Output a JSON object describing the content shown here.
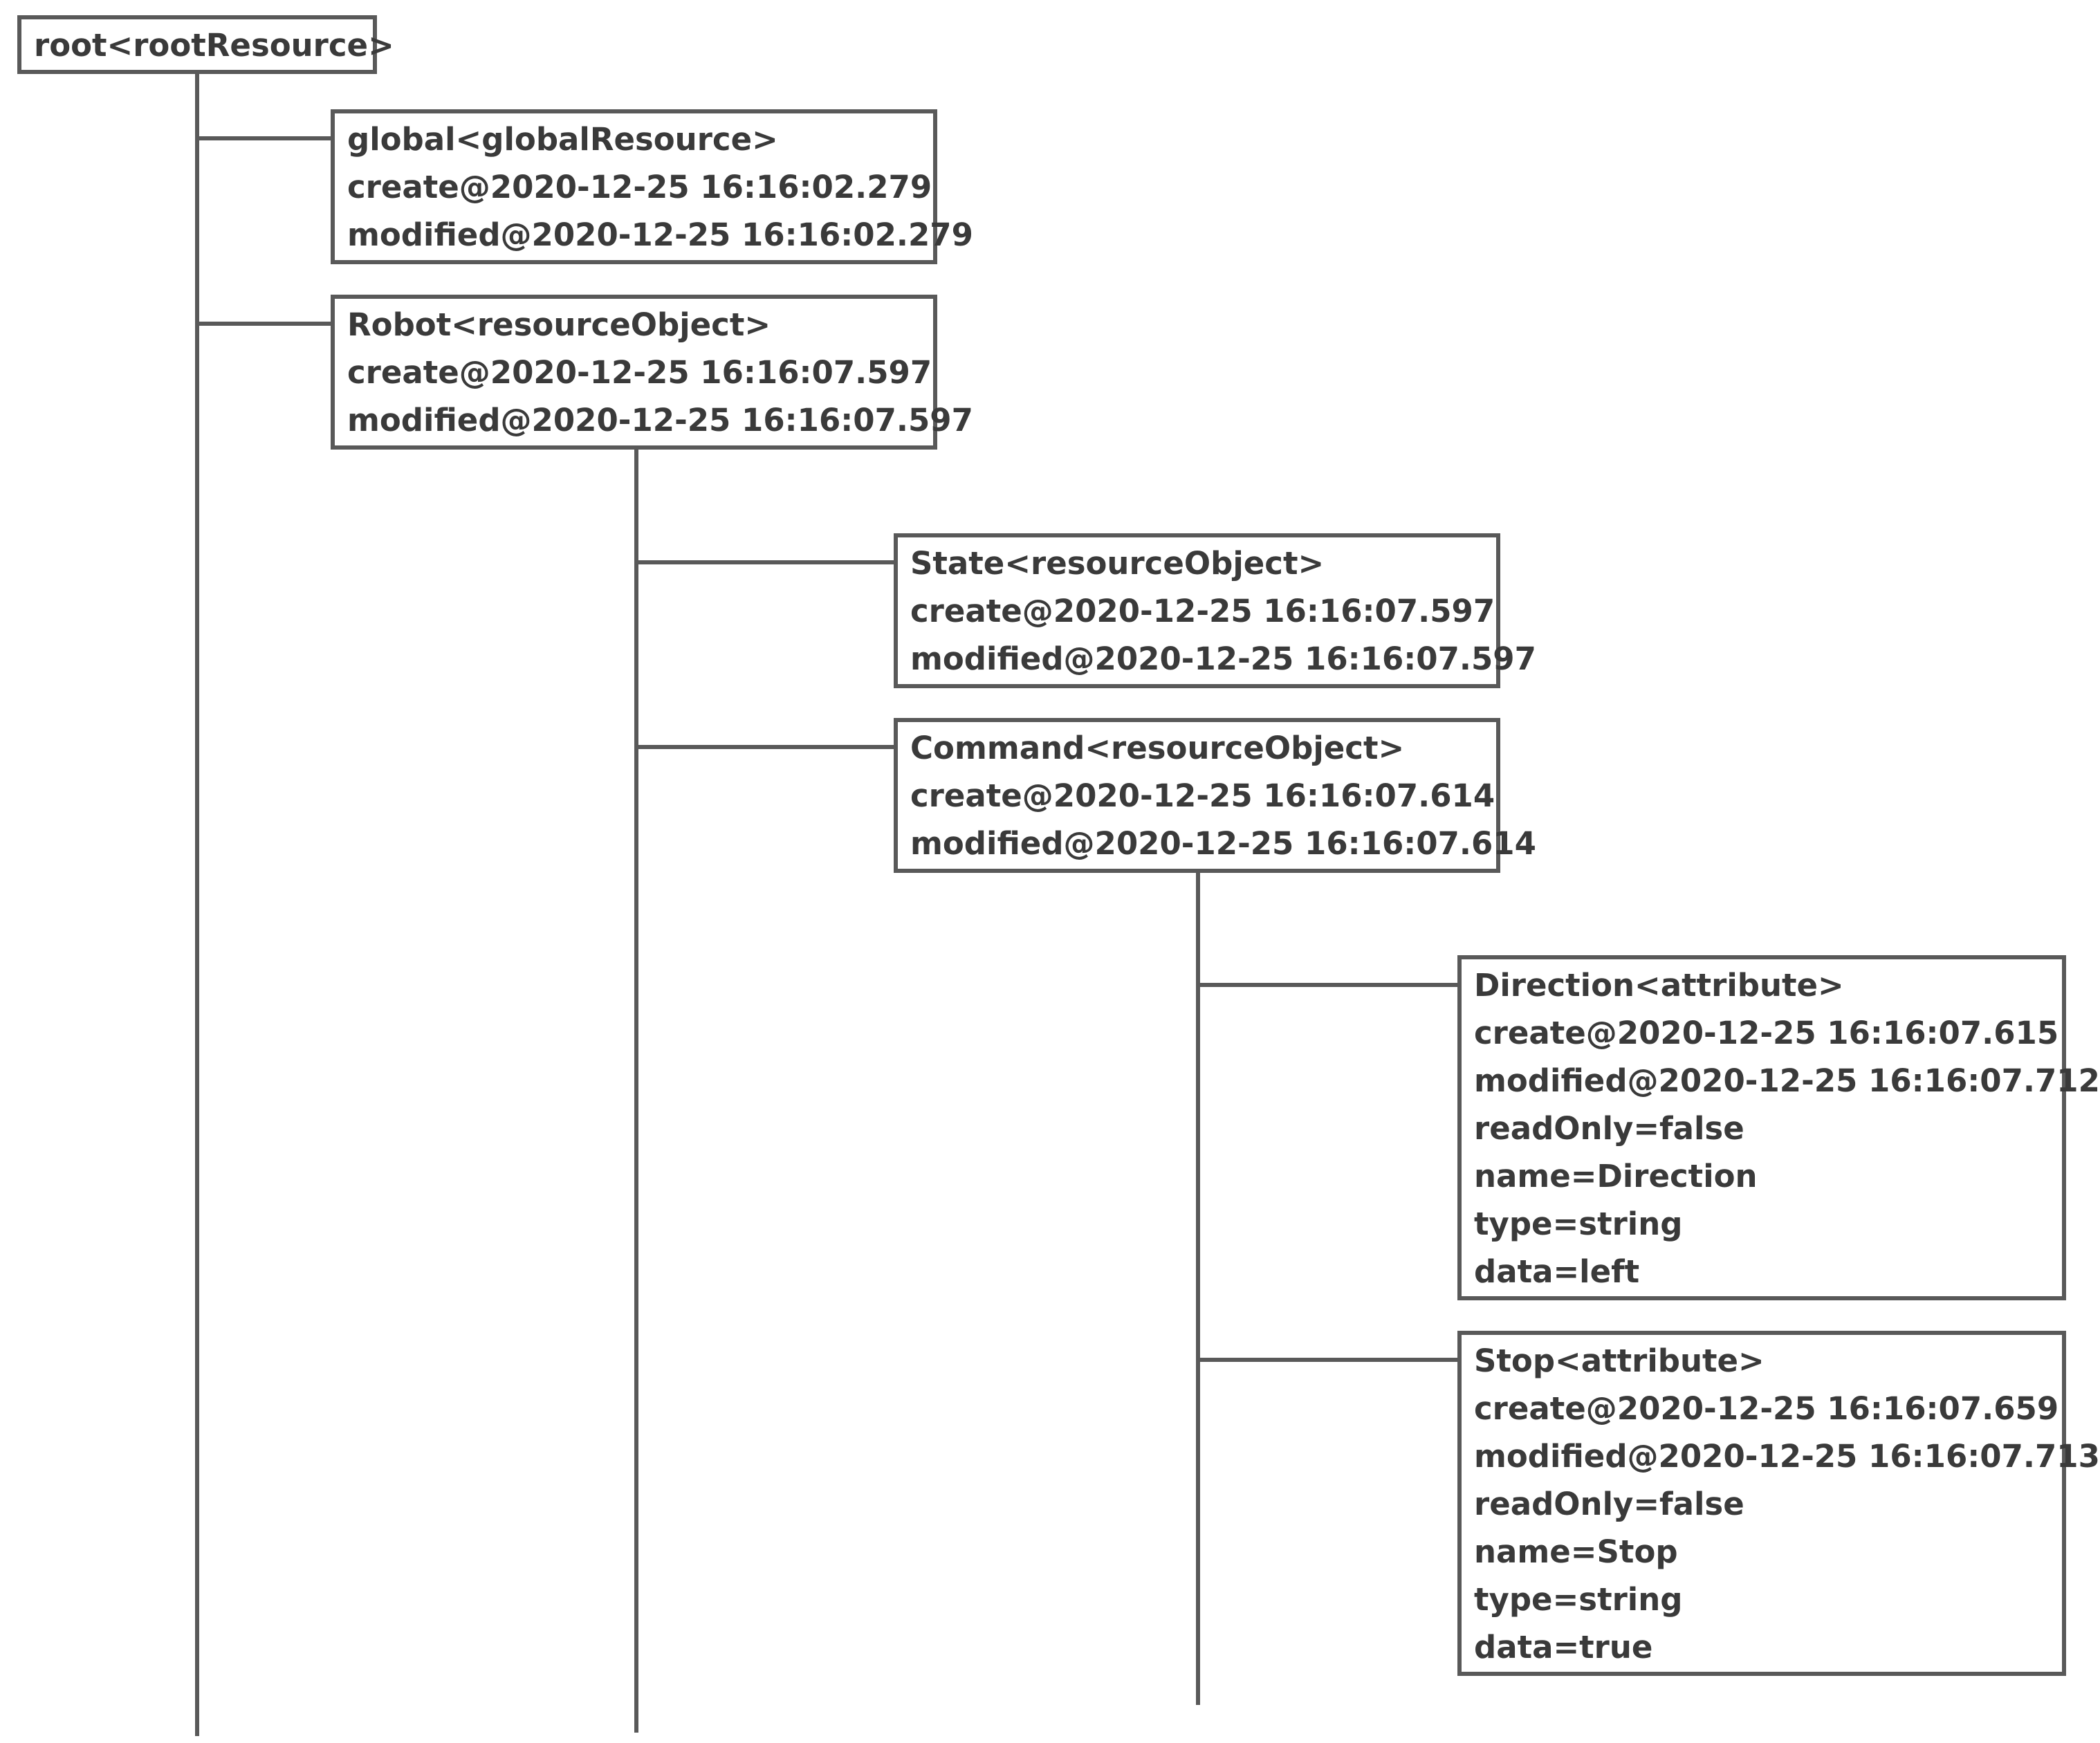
{
  "tree": {
    "root": {
      "lines": [
        "root<rootResource>"
      ]
    },
    "global": {
      "lines": [
        "global<globalResource>",
        "create@2020-12-25 16:16:02.279",
        "modified@2020-12-25 16:16:02.279"
      ]
    },
    "robot": {
      "lines": [
        "Robot<resourceObject>",
        "create@2020-12-25 16:16:07.597",
        "modified@2020-12-25 16:16:07.597"
      ]
    },
    "state": {
      "lines": [
        "State<resourceObject>",
        "create@2020-12-25 16:16:07.597",
        "modified@2020-12-25 16:16:07.597"
      ]
    },
    "command": {
      "lines": [
        "Command<resourceObject>",
        "create@2020-12-25 16:16:07.614",
        "modified@2020-12-25 16:16:07.614"
      ]
    },
    "direction": {
      "lines": [
        "Direction<attribute>",
        "create@2020-12-25 16:16:07.615",
        "modified@2020-12-25 16:16:07.712",
        "readOnly=false",
        "name=Direction",
        "type=string",
        "data=left"
      ]
    },
    "stop": {
      "lines": [
        "Stop<attribute>",
        "create@2020-12-25 16:16:07.659",
        "modified@2020-12-25 16:16:07.713",
        "readOnly=false",
        "name=Stop",
        "type=string",
        "data=true"
      ]
    }
  },
  "colors": {
    "line": "#595959",
    "text": "#3a3a3a",
    "background": "#ffffff"
  }
}
